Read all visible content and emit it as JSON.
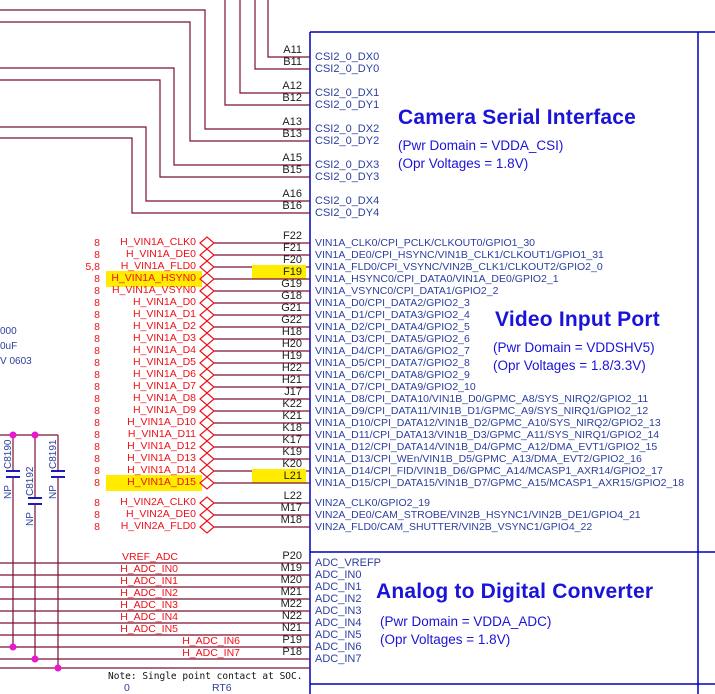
{
  "colors": {
    "wire": "#7a1232",
    "red": "#ef1016",
    "border_blue": "#0000bb",
    "pin_name_blue": "#2b3f9e",
    "title_blue": "#1a13d8",
    "highlight_yellow": "#ffec00",
    "junction_magenta": "#e818d0",
    "pin_number_black": "#1c1c1c"
  },
  "csi": {
    "title": "Camera Serial Interface",
    "pwr": "(Pwr Domain = VDDA_CSI)",
    "opr": "(Opr Voltages = 1.8V)",
    "pins": [
      {
        "num": "A11",
        "name": "CSI2_0_DX0"
      },
      {
        "num": "B11",
        "name": "CSI2_0_DY0"
      },
      {
        "num": "A12",
        "name": "CSI2_0_DX1"
      },
      {
        "num": "B12",
        "name": "CSI2_0_DY1"
      },
      {
        "num": "A13",
        "name": "CSI2_0_DX2"
      },
      {
        "num": "B13",
        "name": "CSI2_0_DY2"
      },
      {
        "num": "A15",
        "name": "CSI2_0_DX3"
      },
      {
        "num": "B15",
        "name": "CSI2_0_DY3"
      },
      {
        "num": "A16",
        "name": "CSI2_0_DX4"
      },
      {
        "num": "B16",
        "name": "CSI2_0_DY4"
      }
    ]
  },
  "vin": {
    "title": "Video Input Port",
    "pwr": "(Pwr Domain = VDDSHV5)",
    "opr": "(Opr Voltages = 1.8/3.3V)",
    "rows": [
      {
        "ref": "8",
        "net": "H_VIN1A_CLK0",
        "pin": "F22",
        "name": "VIN1A_CLK0/CPI_PCLK/CLKOUT0/GPIO1_30",
        "hl": false
      },
      {
        "ref": "8",
        "net": "H_VIN1A_DE0",
        "pin": "F21",
        "name": "VIN1A_DE0/CPI_HSYNC/VIN1B_CLK1/CLKOUT1/GPIO1_31",
        "hl": false
      },
      {
        "ref": "5,8",
        "net": "H_VIN1A_FLD0",
        "pin": "F20",
        "name": "VIN1A_FLD0/CPI_VSYNC/VIN2B_CLK1/CLKOUT2/GPIO2_0",
        "hl": false
      },
      {
        "ref": "8",
        "net": "H_VIN1A_HSYN0",
        "pin": "F19",
        "name": "VIN1A_HSYNC0/CPI_DATA0/VIN1A_DE0/GPIO2_1",
        "hl": true
      },
      {
        "ref": "8",
        "net": "H_VIN1A_VSYN0",
        "pin": "G19",
        "name": "VIN1A_VSYNC0/CPI_DATA1/GPIO2_2",
        "hl": false
      },
      {
        "ref": "8",
        "net": "H_VIN1A_D0",
        "pin": "G18",
        "name": "VIN1A_D0/CPI_DATA2/GPIO2_3",
        "hl": false
      },
      {
        "ref": "8",
        "net": "H_VIN1A_D1",
        "pin": "G21",
        "name": "VIN1A_D1/CPI_DATA3/GPIO2_4",
        "hl": false
      },
      {
        "ref": "8",
        "net": "H_VIN1A_D2",
        "pin": "G22",
        "name": "VIN1A_D2/CPI_DATA4/GPIO2_5",
        "hl": false
      },
      {
        "ref": "8",
        "net": "H_VIN1A_D3",
        "pin": "H18",
        "name": "VIN1A_D3/CPI_DATA5/GPIO2_6",
        "hl": false
      },
      {
        "ref": "8",
        "net": "H_VIN1A_D4",
        "pin": "H20",
        "name": "VIN1A_D4/CPI_DATA6/GPIO2_7",
        "hl": false
      },
      {
        "ref": "8",
        "net": "H_VIN1A_D5",
        "pin": "H19",
        "name": "VIN1A_D5/CPI_DATA7/GPIO2_8",
        "hl": false
      },
      {
        "ref": "8",
        "net": "H_VIN1A_D6",
        "pin": "H22",
        "name": "VIN1A_D6/CPI_DATA8/GPIO2_9",
        "hl": false
      },
      {
        "ref": "8",
        "net": "H_VIN1A_D7",
        "pin": "H21",
        "name": "VIN1A_D7/CPI_DATA9/GPIO2_10",
        "hl": false
      },
      {
        "ref": "8",
        "net": "H_VIN1A_D8",
        "pin": "J17",
        "name": "VIN1A_D8/CPI_DATA10/VIN1B_D0/GPMC_A8/SYS_NIRQ2/GPIO2_11",
        "hl": false
      },
      {
        "ref": "8",
        "net": "H_VIN1A_D9",
        "pin": "K22",
        "name": "VIN1A_D9/CPI_DATA11/VIN1B_D1/GPMC_A9/SYS_NIRQ1/GPIO2_12",
        "hl": false
      },
      {
        "ref": "8",
        "net": "H_VIN1A_D10",
        "pin": "K21",
        "name": "VIN1A_D10/CPI_DATA12/VIN1B_D2/GPMC_A10/SYS_NIRQ2/GPIO2_13",
        "hl": false
      },
      {
        "ref": "8",
        "net": "H_VIN1A_D11",
        "pin": "K18",
        "name": "VIN1A_D11/CPI_DATA13/VIN1B_D3/GPMC_A11/SYS_NIRQ1/GPIO2_14",
        "hl": false
      },
      {
        "ref": "8",
        "net": "H_VIN1A_D12",
        "pin": "K17",
        "name": "VIN1A_D12/CPI_DATA14/VIN1B_D4/GPMC_A12/DMA_EVT1/GPIO2_15",
        "hl": false
      },
      {
        "ref": "8",
        "net": "H_VIN1A_D13",
        "pin": "K19",
        "name": "VIN1A_D13/CPI_WEn/VIN1B_D5/GPMC_A13/DMA_EVT2/GPIO2_16",
        "hl": false
      },
      {
        "ref": "8",
        "net": "H_VIN1A_D14",
        "pin": "K20",
        "name": "VIN1A_D14/CPI_FID/VIN1B_D6/GPMC_A14/MCASP1_AXR14/GPIO2_17",
        "hl": false
      },
      {
        "ref": "8",
        "net": "H_VIN1A_D15",
        "pin": "L21",
        "name": "VIN1A_D15/CPI_DATA15/VIN1B_D7/GPMC_A15/MCASP1_AXR15/GPIO2_18",
        "hl": true
      }
    ],
    "rows2": [
      {
        "ref": "8",
        "net": "H_VIN2A_CLK0",
        "pin": "L22",
        "name": "VIN2A_CLK0/GPIO2_19"
      },
      {
        "ref": "8",
        "net": "H_VIN2A_DE0",
        "pin": "M17",
        "name": "VIN2A_DE0/CAM_STROBE/VIN2B_HSYNC1/VIN2B_DE1/GPIO4_21"
      },
      {
        "ref": "8",
        "net": "H_VIN2A_FLD0",
        "pin": "M18",
        "name": "VIN2A_FLD0/CAM_SHUTTER/VIN2B_VSYNC1/GPIO4_22"
      }
    ]
  },
  "adc": {
    "title": "Analog to Digital Converter",
    "pwr": "(Pwr Domain = VDDA_ADC)",
    "opr": "(Opr Voltages = 1.8V)",
    "rows": [
      {
        "net": "VREF_ADC",
        "pin": "P20",
        "name": "ADC_VREFP",
        "shift": false
      },
      {
        "net": "H_ADC_IN0",
        "pin": "M19",
        "name": "ADC_IN0",
        "shift": false
      },
      {
        "net": "H_ADC_IN1",
        "pin": "M20",
        "name": "ADC_IN1",
        "shift": false
      },
      {
        "net": "H_ADC_IN2",
        "pin": "M21",
        "name": "ADC_IN2",
        "shift": false
      },
      {
        "net": "H_ADC_IN3",
        "pin": "M22",
        "name": "ADC_IN3",
        "shift": false
      },
      {
        "net": "H_ADC_IN4",
        "pin": "N22",
        "name": "ADC_IN4",
        "shift": false
      },
      {
        "net": "H_ADC_IN5",
        "pin": "N21",
        "name": "ADC_IN5",
        "shift": false
      },
      {
        "net": "H_ADC_IN6",
        "pin": "P19",
        "name": "ADC_IN6",
        "shift": true
      },
      {
        "net": "H_ADC_IN7",
        "pin": "P18",
        "name": "ADC_IN7",
        "shift": true
      }
    ]
  },
  "caps": [
    {
      "ref": "C8190",
      "np": "NP"
    },
    {
      "ref": "C8192",
      "np": "NP"
    },
    {
      "ref": "C8191",
      "np": "NP"
    }
  ],
  "misc": {
    "clip1": "000",
    "clip2": "0uF",
    "clip3": "V 0603",
    "note": "Note: Single point contact at SOC.",
    "res_value": "0",
    "res_ref": "RT6"
  }
}
